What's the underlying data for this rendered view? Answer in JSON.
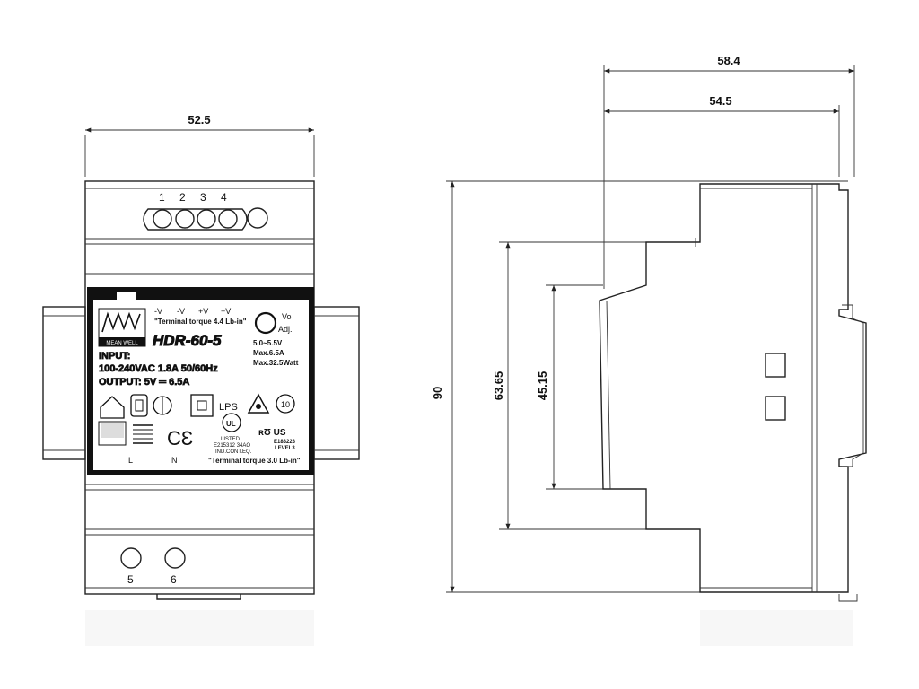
{
  "dimensions": {
    "front_width": "52.5",
    "side_depth_total": "58.4",
    "side_depth_body": "54.5",
    "height": "90",
    "rail_height_outer": "63.65",
    "rail_height_inner": "45.15"
  },
  "terminals": {
    "top_numbers": [
      "1",
      "2",
      "3",
      "4"
    ],
    "bottom_numbers": [
      "5",
      "6"
    ]
  },
  "label": {
    "brand": "MEAN WELL",
    "model": "HDR-60-5",
    "top_terminals": [
      "-V",
      "-V",
      "+V",
      "+V"
    ],
    "torque_top": "\"Terminal torque 4.4 Lb-in\"",
    "vo_adj": [
      "Vo",
      "Adj."
    ],
    "spec_lines": [
      "5.0~5.5V",
      "Max.6.5A",
      "Max.32.5Watt"
    ],
    "input_title": "INPUT:",
    "input_value": "100-240VAC  1.8A  50/60Hz",
    "output_value": "OUTPUT: 5V ═ 6.5A",
    "lps": "LPS",
    "listed_lines": [
      "LISTED",
      "E215312  34AO",
      "IND.CONT.EQ."
    ],
    "ul_lines": [
      "E183223",
      "LEVEL3"
    ],
    "bottom_terminals": [
      "L",
      "N"
    ],
    "torque_bottom": "\"Terminal torque 3.0 Lb-in\""
  }
}
